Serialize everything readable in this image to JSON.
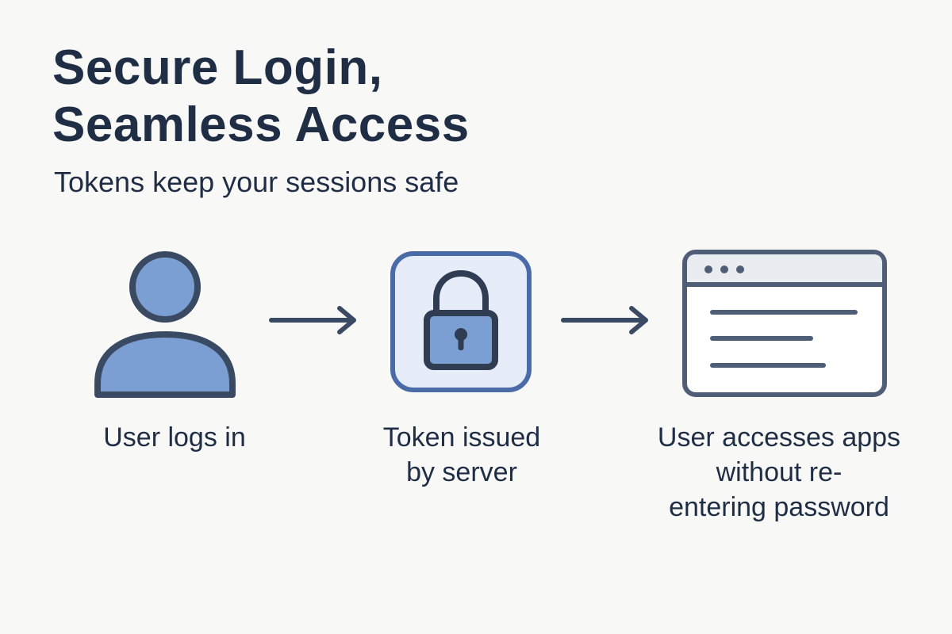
{
  "header": {
    "title_line1": "Secure Login,",
    "title_line2": "Seamless Access",
    "subtitle": "Tokens keep your sessions safe"
  },
  "steps": [
    {
      "icon": "user-icon",
      "label_lines": [
        "User logs in"
      ]
    },
    {
      "icon": "lock-icon",
      "label_lines": [
        "Token issued",
        "by server"
      ]
    },
    {
      "icon": "browser-window-icon",
      "label_lines": [
        "User accesses apps",
        "without re-",
        "entering password"
      ]
    }
  ],
  "colors": {
    "text": "#1f2d45",
    "stroke": "#3a4a63",
    "fill_blue": "#7b9fd2",
    "lock_bg": "#e6edf8",
    "lock_border": "#4a6aa8",
    "window_bar": "#e9ecf1"
  }
}
